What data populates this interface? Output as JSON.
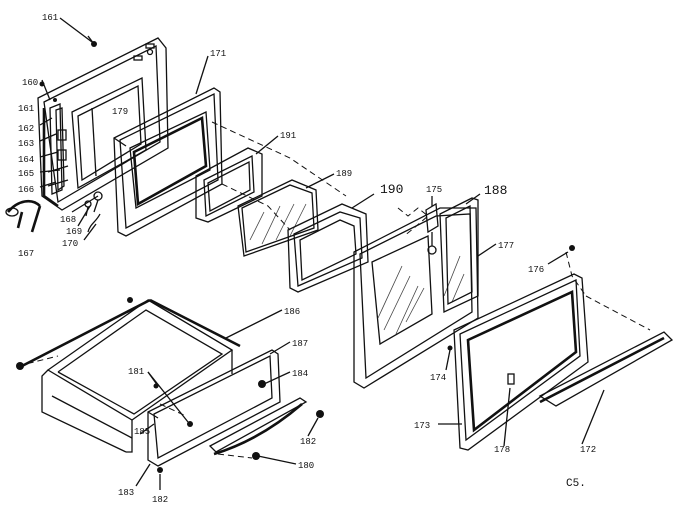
{
  "diagram": {
    "type": "exploded parts diagram",
    "callouts": [
      "161",
      "160",
      "161",
      "162",
      "163",
      "164",
      "165",
      "166",
      "167",
      "168",
      "169",
      "170",
      "179",
      "171",
      "191",
      "189",
      "190",
      "175",
      "188",
      "177",
      "176",
      "186",
      "187",
      "181",
      "185",
      "184",
      "183",
      "182",
      "180",
      "182",
      "174",
      "173",
      "178",
      "172"
    ],
    "page_code": "C5."
  }
}
